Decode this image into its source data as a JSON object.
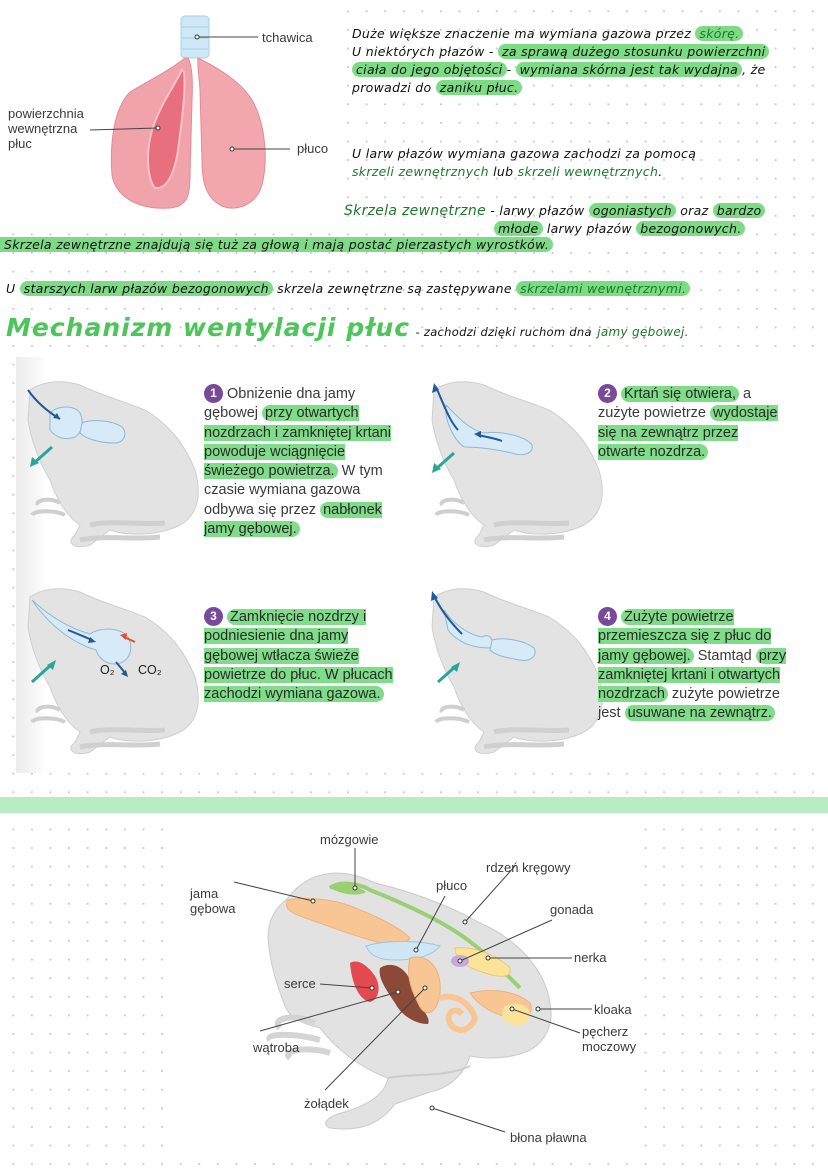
{
  "lung_diagram": {
    "labels": {
      "trachea": "tchawica",
      "inner_surface_line1": "powierzchnia",
      "inner_surface_line2": "wewnętrzna",
      "inner_surface_line3": "płuc",
      "lung": "płuco"
    }
  },
  "notes": {
    "para1": {
      "l1_a": "Duże większe znaczenie ma wymiana gazowa przez",
      "l1_b": "skórę.",
      "l2_a": "U niektórych płazów -",
      "l2_b": "za sprawą dużego stosunku powierzchni",
      "l3_a": "ciała do jego objętości",
      "l3_b": "-",
      "l3_c": "wymiana skórna jest tak wydajna",
      "l3_d": ", że",
      "l4_a": "prowadzi do",
      "l4_b": "zaniku płuc."
    },
    "para2": {
      "l1": "U larw płazów wymiana gazowa zachodzi za pomocą",
      "l2_a": "skrzeli zewnętrznych",
      "l2_b": "lub",
      "l2_c": "skrzeli wewnętrznych",
      "l2_d": "."
    },
    "para3": {
      "title": "Skrzela zewnętrzne",
      "l1_a": "- larwy płazów",
      "l1_b": "ogoniastych",
      "l1_c": "oraz",
      "l1_d": "bardzo",
      "l2_a": "młode",
      "l2_b": "larwy płazów",
      "l2_c": "bezogonowych.",
      "l3": "Skrzela zewnętrzne znajdują się tuż za głową i mają postać pierzastych wyrostków."
    },
    "para4": {
      "a": "U",
      "b": "starszych larw płazów bezogonowych",
      "c": "skrzela zewnętrzne są zastępywane",
      "d": "skrzelami wewnętrznymi."
    },
    "heading": {
      "title": "Mechanizm wentylacji płuc",
      "rest": "- zachodzi dzięki ruchom dna",
      "tail": "jamy gębowej."
    }
  },
  "steps": [
    {
      "number": "1",
      "parts": [
        {
          "t": "Obniżenie dna jamy gębowej ",
          "h": false
        },
        {
          "t": "przy otwartych nozdrzach i zamkniętej krtani powoduje wciągnięcie świeżego powietrza.",
          "h": true
        },
        {
          "t": " W tym czasie wymiana gazowa odbywa się przez ",
          "h": false
        },
        {
          "t": "nabłonek jamy gębowej.",
          "h": true
        }
      ]
    },
    {
      "number": "2",
      "parts": [
        {
          "t": "Krtań się otwiera,",
          "h": true
        },
        {
          "t": " a zużyte powietrze ",
          "h": false
        },
        {
          "t": "wydostaje się na zewnątrz przez otwarte nozdrza.",
          "h": true
        }
      ]
    },
    {
      "number": "3",
      "gas_o2": "O₂",
      "gas_co2": "CO₂",
      "parts": [
        {
          "t": "Zamknięcie nozdrzy i podniesienie dna jamy gębowej wtłacza świeże powietrze do płuc. W płucach zachodzi wymiana gazowa.",
          "h": true
        }
      ]
    },
    {
      "number": "4",
      "parts": [
        {
          "t": "Zużyte powietrze przemieszcza się z płuc do jamy gębowej.",
          "h": true
        },
        {
          "t": " Stamtąd ",
          "h": false
        },
        {
          "t": "przy zamkniętej krtani i otwartych nozdrzach",
          "h": true
        },
        {
          "t": " zużyte powietrze jest ",
          "h": false
        },
        {
          "t": "usuwane na zewnątrz.",
          "h": true
        }
      ]
    }
  ],
  "anatomy": {
    "labels": {
      "brain": "mózgowie",
      "spinal_cord": "rdzeń kręgowy",
      "lung": "płuco",
      "mouth_l1": "jama",
      "mouth_l2": "gębowa",
      "gonad": "gonada",
      "kidney": "nerka",
      "heart": "serce",
      "cloaca": "kloaka",
      "liver": "wątroba",
      "bladder_l1": "pęcherz",
      "bladder_l2": "moczowy",
      "stomach": "żołądek",
      "web": "błona pławna"
    }
  },
  "colors": {
    "highlight": "#7ddb86",
    "heading_green": "#4cc55a",
    "dark_green_ink": "#1c7a2a",
    "divider": "#b7edc0",
    "step_badge": "#7a4a9a"
  }
}
